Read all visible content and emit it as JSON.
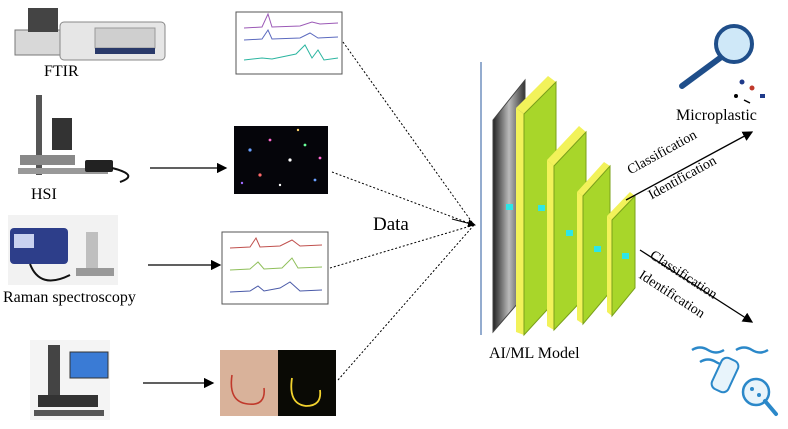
{
  "instruments": [
    {
      "label": "FTIR"
    },
    {
      "label": "HSI"
    },
    {
      "label": "Raman spectroscopy"
    },
    {
      "label": ""
    }
  ],
  "center_label": "Data",
  "model_label": "AI/ML Model",
  "outputs": {
    "top": {
      "line1": "Classification",
      "line2": "Identification",
      "target": "Microplastic"
    },
    "bottom": {
      "line1": "Classification",
      "line2": "Identification"
    }
  },
  "colors": {
    "layer_green": "#a8d62a",
    "layer_yellow": "#f2f25a",
    "node_cyan": "#2ee6e6",
    "spectrum_red": "#c0504d",
    "spectrum_green": "#8fbf5a",
    "spectrum_blue": "#4a5aa8"
  },
  "icons": [
    "ftir-instrument-icon",
    "hsi-instrument-icon",
    "raman-instrument-icon",
    "microscope-instrument-icon",
    "magnifier-microplastic-icon",
    "water-bottle-icon"
  ]
}
